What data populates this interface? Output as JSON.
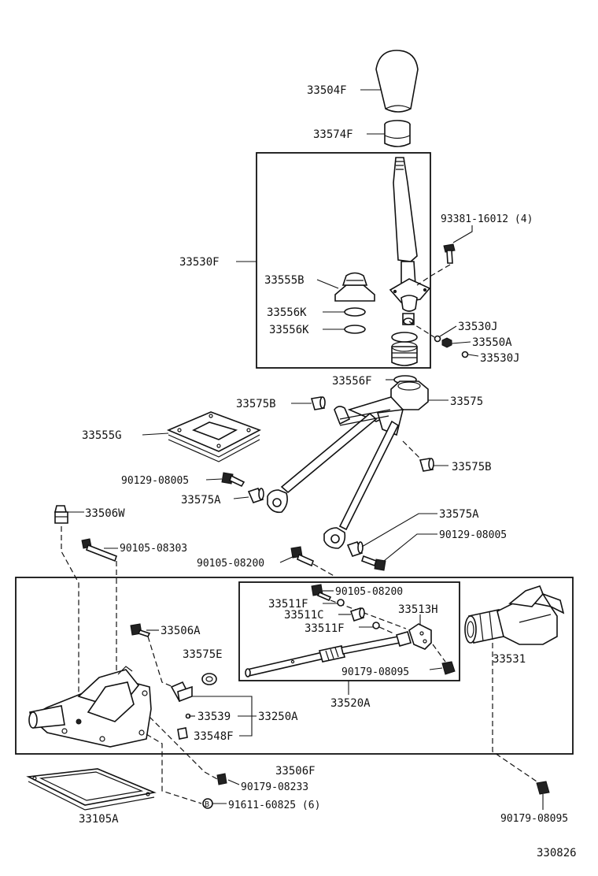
{
  "labels": {
    "p33504F": "33504F",
    "p33574F": "33574F",
    "p93381": "93381-16012 (4)",
    "p33530F": "33530F",
    "p33555B": "33555B",
    "p33556K_1": "33556K",
    "p33556K_2": "33556K",
    "p33530J_1": "33530J",
    "p33550A": "33550A",
    "p33530J_2": "33530J",
    "p33556F": "33556F",
    "p33575B_1": "33575B",
    "p33575": "33575",
    "p33555G": "33555G",
    "p33575B_2": "33575B",
    "p90129_1": "90129-08005",
    "p33575A_1": "33575A",
    "p33506W": "33506W",
    "p33575A_2": "33575A",
    "p90105_08303": "90105-08303",
    "p90129_2": "90129-08005",
    "p90105_08200_1": "90105-08200",
    "p90105_08200_2": "90105-08200",
    "p33511F_1": "33511F",
    "p33513H": "33513H",
    "p33511C": "33511C",
    "p33511F_2": "33511F",
    "p33506A": "33506A",
    "p33575E": "33575E",
    "p33531": "33531",
    "p90179_08095_1": "90179-08095",
    "p33520A": "33520A",
    "p33539": "33539",
    "p33250A": "33250A",
    "p33548F": "33548F",
    "p33506F": "33506F",
    "p90179_08233": "90179-08233",
    "p91611": "91611-60825 (6)",
    "p91611_marker": "B",
    "p33105A": "33105A",
    "p90179_08095_2": "90179-08095",
    "diagram_id": "330826"
  }
}
